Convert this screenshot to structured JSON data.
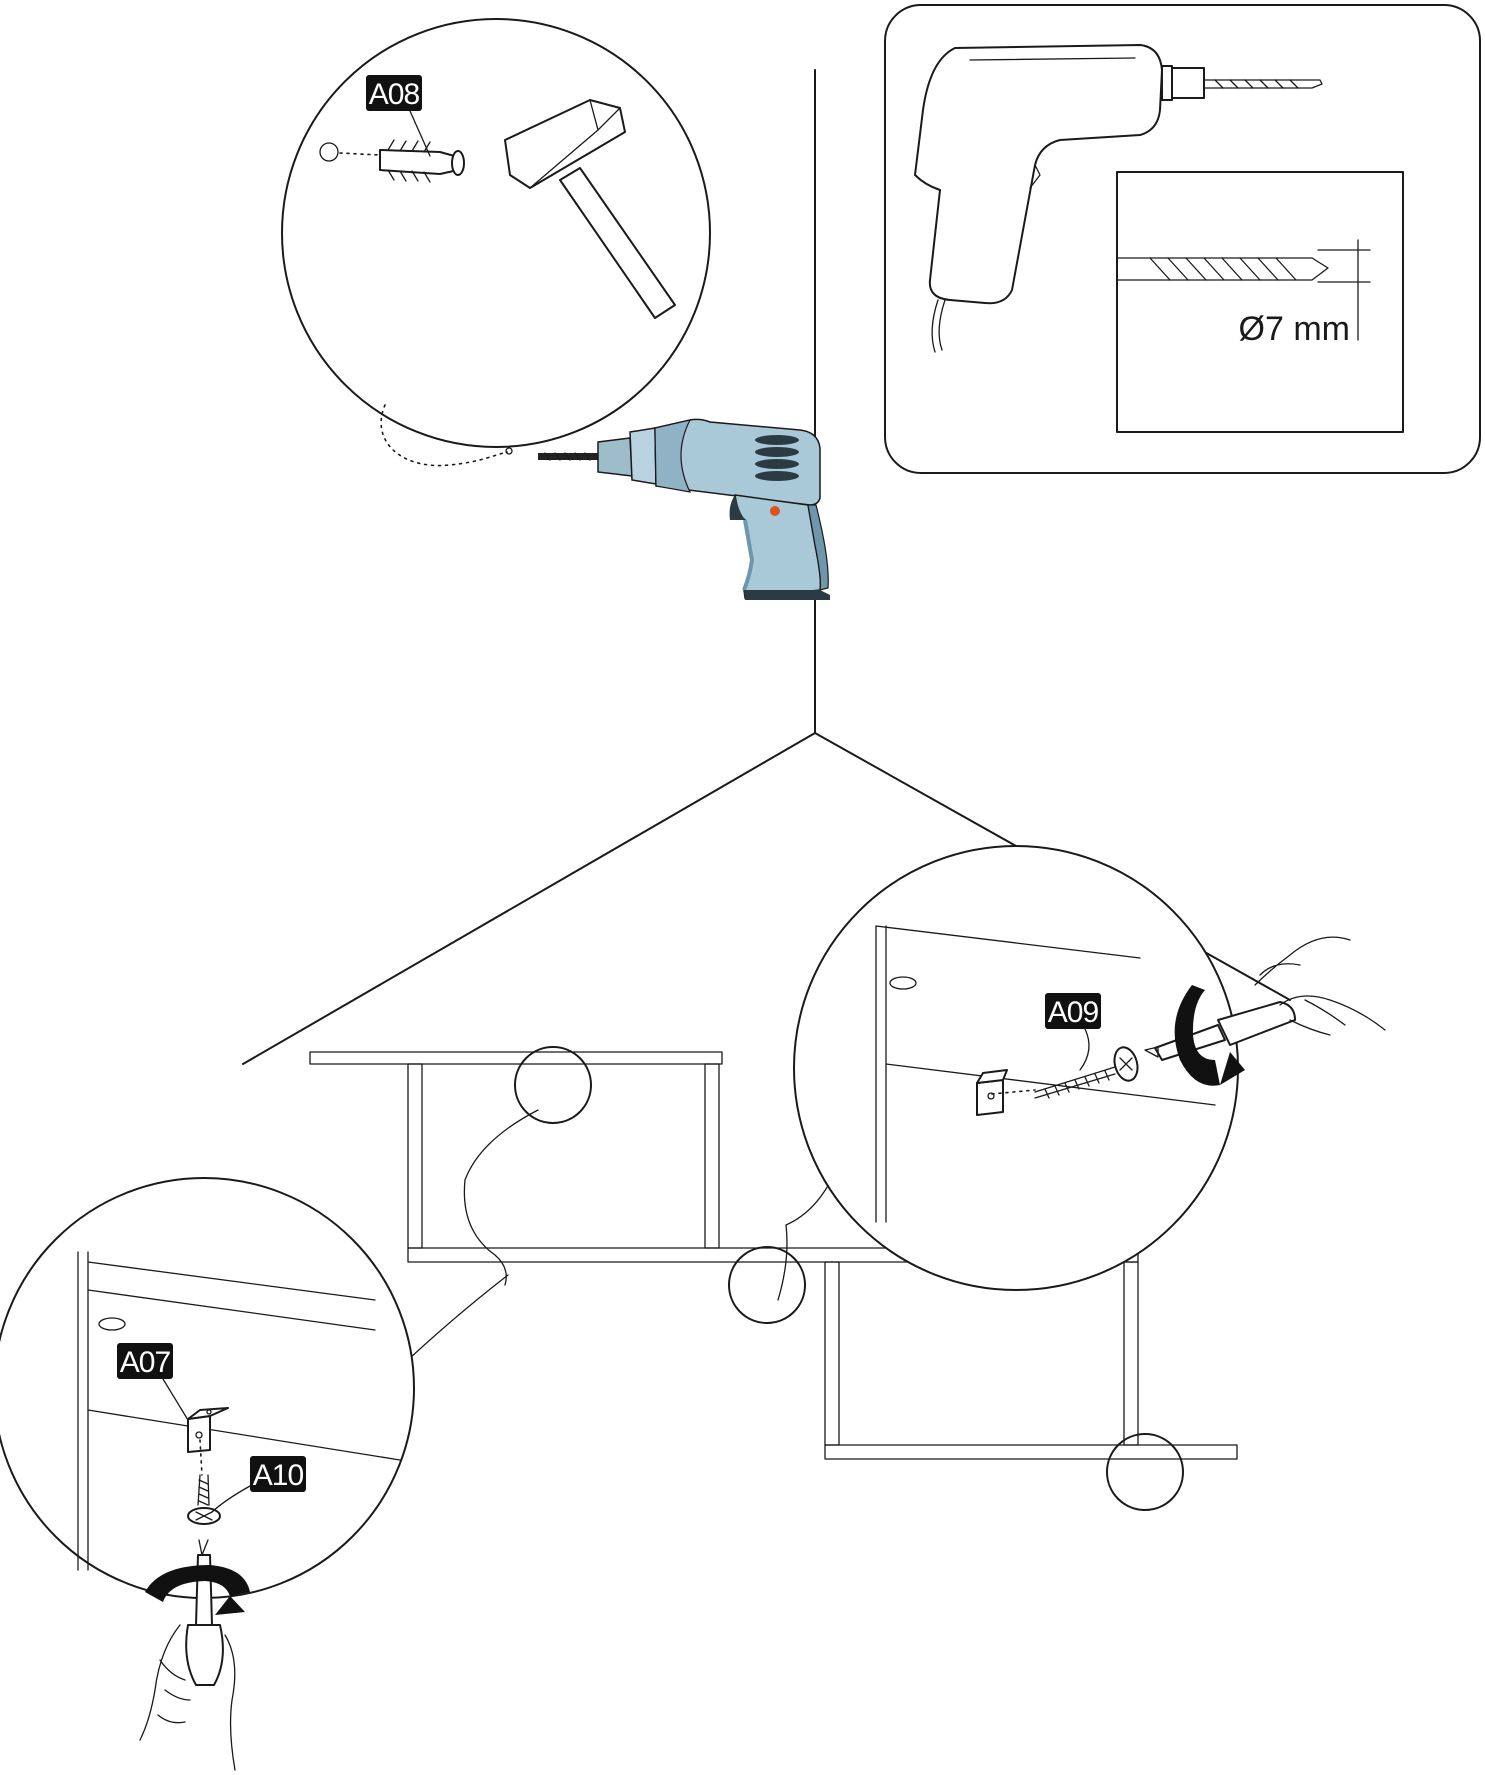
{
  "labels": {
    "anchor_plug": "A08",
    "wall_screw": "A09",
    "bracket": "A07",
    "bracket_screw": "A10"
  },
  "drill_bit": {
    "diameter_label": "Ø7 mm"
  },
  "colors": {
    "line": "#1a1a1a",
    "callout_background": "#111111",
    "callout_text": "#ffffff",
    "drill_body": "#a9c8d8",
    "drill_shadow": "#6e97ab",
    "drill_trigger_dot": "#d9531e"
  },
  "icons": [
    "hammer-icon",
    "power-drill-icon",
    "drill-bit-icon",
    "screwdriver-icon",
    "rotation-arrow-icon",
    "hand-icon",
    "wall-plug-icon",
    "l-bracket-icon",
    "screw-icon"
  ]
}
